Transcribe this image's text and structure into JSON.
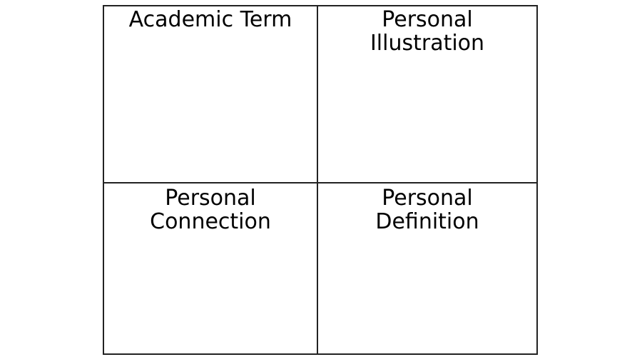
{
  "frayer_model": {
    "top_left": "Academic Term",
    "top_right": "Personal\nIllustration",
    "bottom_left": "Personal\nConnection",
    "bottom_right": "Personal\nDefinition"
  },
  "colors": {
    "border": "#222222",
    "background": "#ffffff",
    "text": "#000000"
  }
}
